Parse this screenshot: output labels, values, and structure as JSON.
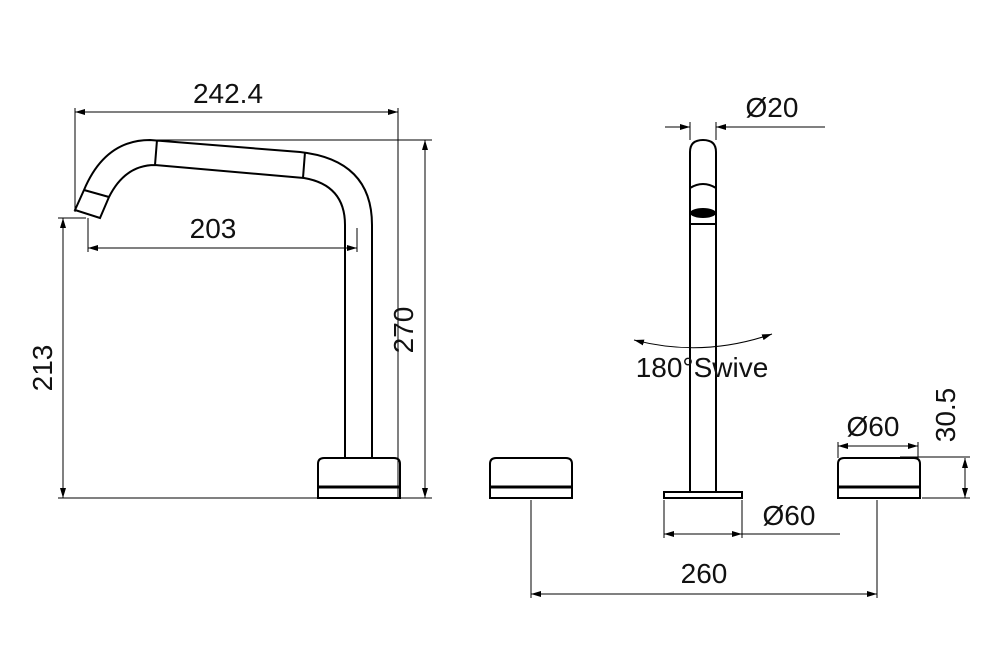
{
  "dimensions": {
    "spout_reach_overall": "242.4",
    "spout_reach": "203",
    "outlet_height": "213",
    "overall_height": "270",
    "spout_diameter": "Ø20",
    "swivel": "180°Swive",
    "handle_diameter": "Ø60",
    "handle_height": "30.5",
    "base_diameter": "Ø60",
    "handle_spacing": "260"
  }
}
